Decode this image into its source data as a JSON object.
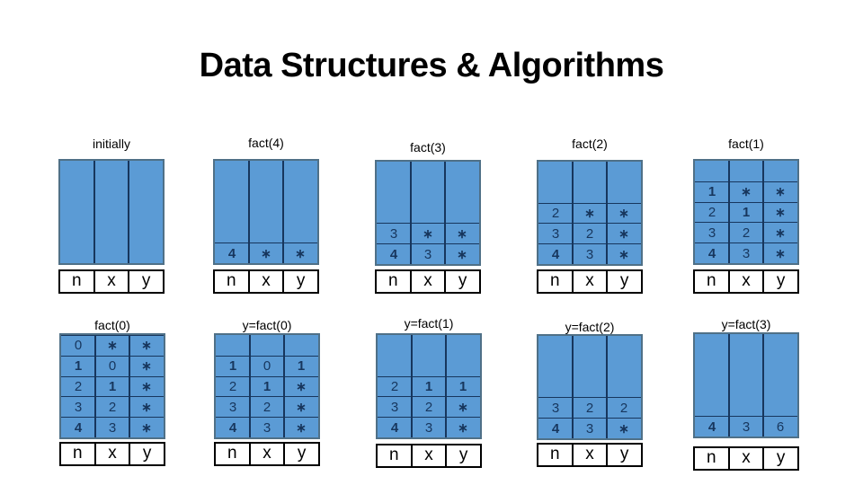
{
  "slide_title": "Data Structures & Algorithms",
  "footer_headers": [
    "n",
    "x",
    "y"
  ],
  "diagrams": [
    {
      "label": "initially",
      "rows": []
    },
    {
      "label": "fact(4)",
      "rows": [
        [
          "4",
          "*",
          "*"
        ]
      ]
    },
    {
      "label": "fact(3)",
      "rows": [
        [
          "3",
          "*",
          "*"
        ],
        [
          "4",
          "3",
          "*"
        ]
      ]
    },
    {
      "label": "fact(2)",
      "rows": [
        [
          "2",
          "*",
          "*"
        ],
        [
          "3",
          "2",
          "*"
        ],
        [
          "4",
          "3",
          "*"
        ]
      ]
    },
    {
      "label": "fact(1)",
      "rows": [
        [
          "1",
          "*",
          "*"
        ],
        [
          "2",
          "1",
          "*"
        ],
        [
          "3",
          "2",
          "*"
        ],
        [
          "4",
          "3",
          "*"
        ]
      ]
    },
    {
      "label": "fact(0)",
      "rows": [
        [
          "0",
          "*",
          "*"
        ],
        [
          "1",
          "0",
          "*"
        ],
        [
          "2",
          "1",
          "*"
        ],
        [
          "3",
          "2",
          "*"
        ],
        [
          "4",
          "3",
          "*"
        ]
      ]
    },
    {
      "label": "y=fact(0)",
      "rows": [
        [
          "1",
          "0",
          "1"
        ],
        [
          "2",
          "1",
          "*"
        ],
        [
          "3",
          "2",
          "*"
        ],
        [
          "4",
          "3",
          "*"
        ]
      ]
    },
    {
      "label": "y=fact(1)",
      "rows": [
        [
          "2",
          "1",
          "1"
        ],
        [
          "3",
          "2",
          "*"
        ],
        [
          "4",
          "3",
          "*"
        ]
      ]
    },
    {
      "label": "y=fact(2)",
      "rows": [
        [
          "3",
          "2",
          "2"
        ],
        [
          "4",
          "3",
          "*"
        ]
      ]
    },
    {
      "label": "y=fact(3)",
      "rows": [
        [
          "4",
          "3",
          "6"
        ]
      ]
    }
  ],
  "colors": {
    "stack_fill": "#5b9bd5",
    "stack_border": "#4f7087",
    "grid_line": "#17365d",
    "digit": "#17365d",
    "text": "#000000"
  }
}
